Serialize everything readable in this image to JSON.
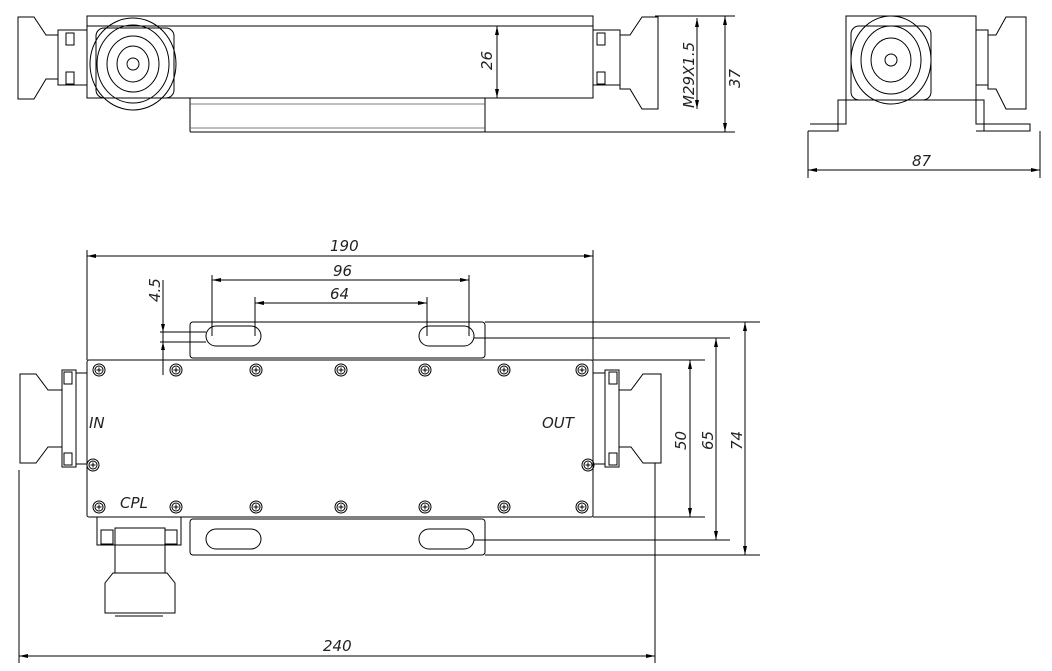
{
  "top_view": {
    "dim_height": "26",
    "dim_thread": "M29X1.5",
    "dim_total": "37"
  },
  "side_view": {
    "dim_width": "87"
  },
  "front_view": {
    "dim_body_length": "190",
    "dim_slot_outer": "96",
    "dim_slot_inner": "64",
    "dim_slot_offset": "4.5",
    "dim_body_width": "50",
    "dim_slot_spacing": "65",
    "dim_bracket_width": "74",
    "dim_total_length": "240",
    "port_in": "IN",
    "port_out": "OUT",
    "port_cpl": "CPL"
  }
}
